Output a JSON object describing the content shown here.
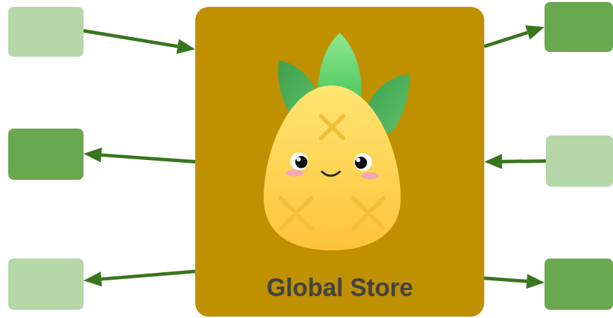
{
  "diagram": {
    "nodes": [
      {
        "text": [
          "Global Store"
        ]
      },
      {
        "text": []
      },
      {
        "text": []
      },
      {
        "text": []
      },
      {
        "text": []
      },
      {
        "text": []
      },
      {
        "text": []
      }
    ],
    "edges": [
      {
        "from": 1,
        "to": 0,
        "arrow": "to"
      },
      {
        "from": 0,
        "to": 2,
        "arrow": "to"
      },
      {
        "from": 0,
        "to": 3,
        "arrow": "to"
      },
      {
        "from": 0,
        "to": 4,
        "arrow": "to"
      },
      {
        "from": 5,
        "to": 0,
        "arrow": "to"
      },
      {
        "from": 0,
        "to": 6,
        "arrow": "to"
      }
    ]
  }
}
